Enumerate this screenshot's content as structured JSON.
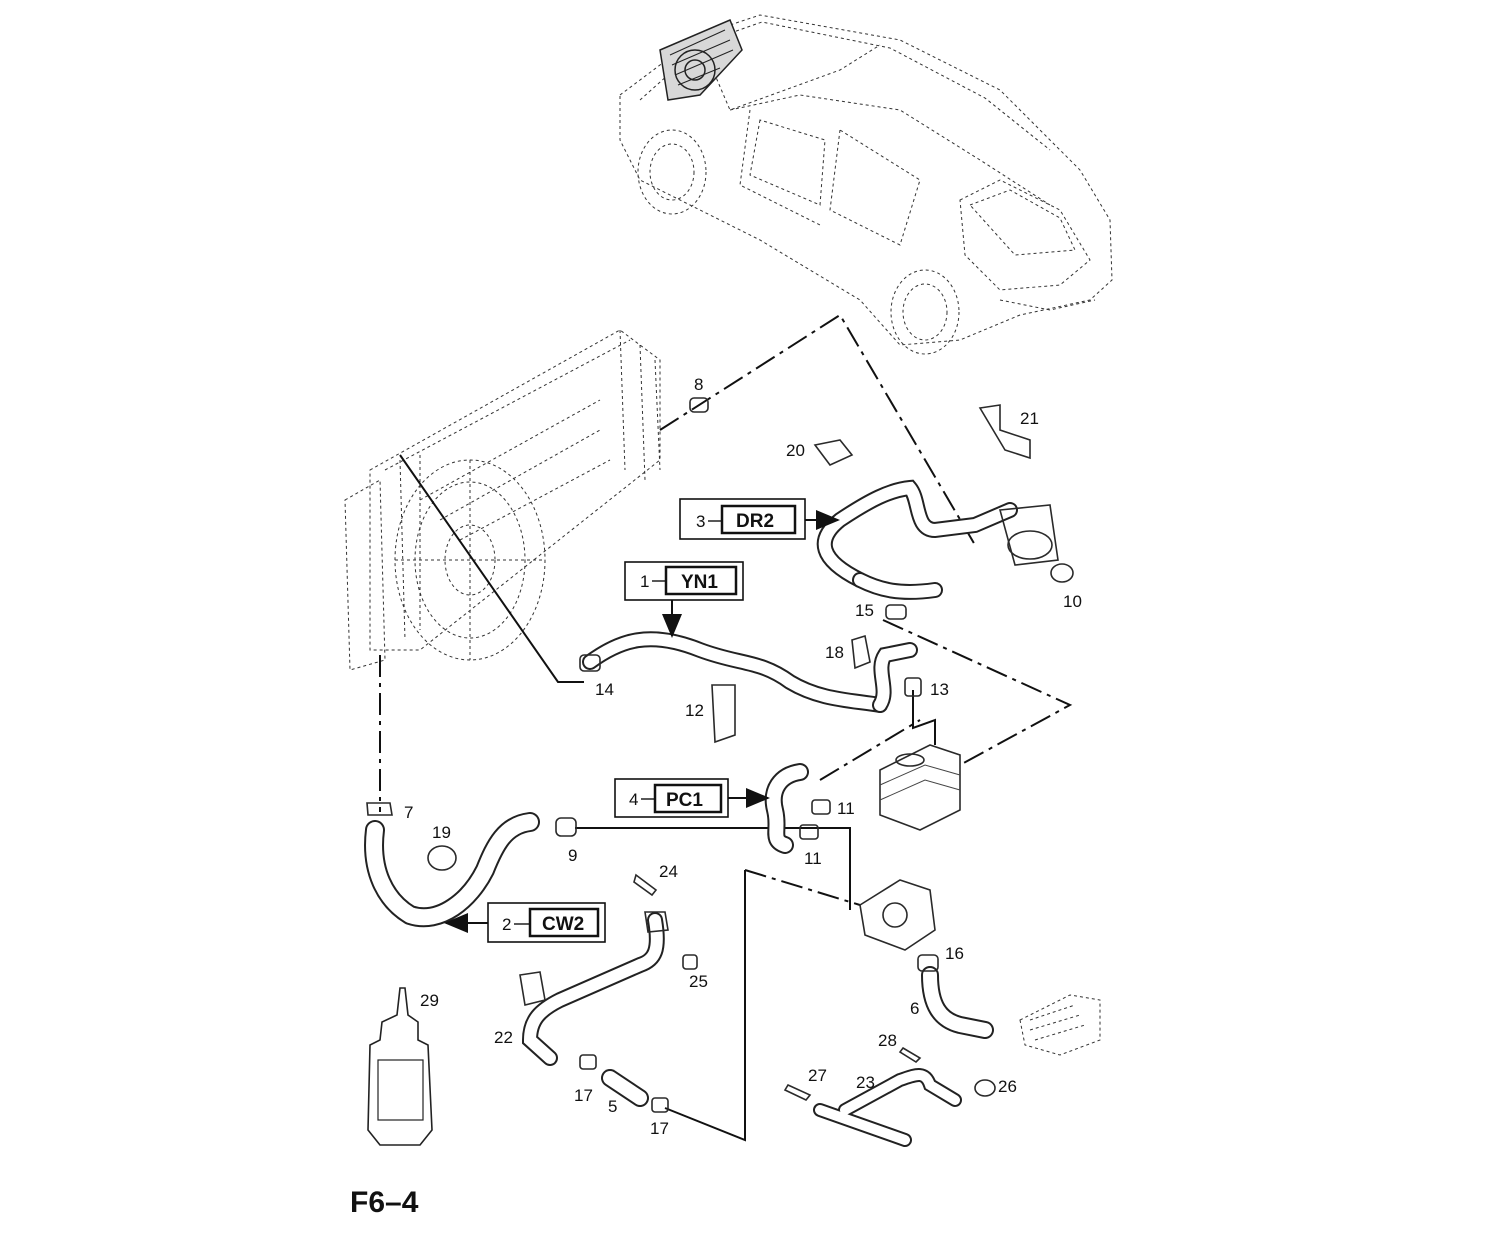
{
  "figure": {
    "label": "F6–4"
  },
  "callouts": [
    {
      "number": "1",
      "code": "YN1"
    },
    {
      "number": "2",
      "code": "CW2"
    },
    {
      "number": "3",
      "code": "DR2"
    },
    {
      "number": "4",
      "code": "PC1"
    }
  ],
  "parts": [
    "5",
    "6",
    "7",
    "8",
    "9",
    "10",
    "11",
    "11",
    "12",
    "13",
    "14",
    "15",
    "16",
    "17",
    "17",
    "18",
    "19",
    "20",
    "21",
    "22",
    "23",
    "24",
    "25",
    "26",
    "27",
    "28",
    "29"
  ]
}
